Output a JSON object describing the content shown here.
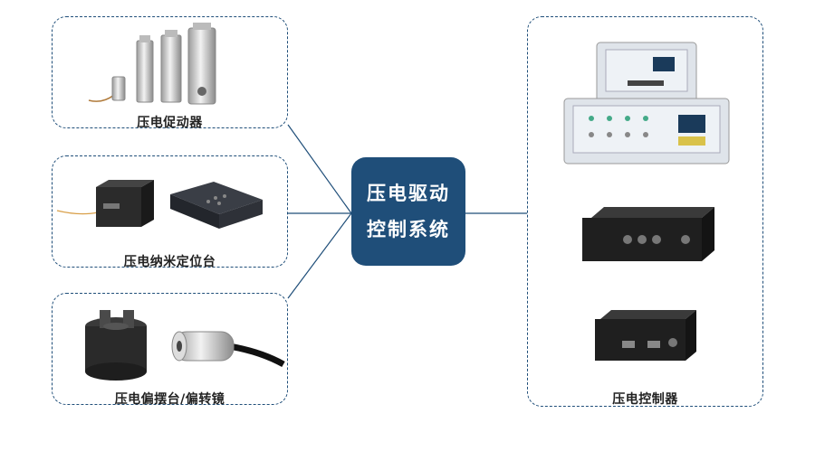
{
  "center": {
    "line1": "压电驱动",
    "line2": "控制系统"
  },
  "groups": {
    "actuators": {
      "label": "压电促动器"
    },
    "stages": {
      "label": "压电纳米定位台"
    },
    "tilt": {
      "label": "压电偏摆台/偏转镜"
    },
    "controllers": {
      "label": "压电控制器"
    }
  },
  "colors": {
    "primary": "#1f4e79",
    "border": "#1f4e79",
    "text": "#222222"
  }
}
